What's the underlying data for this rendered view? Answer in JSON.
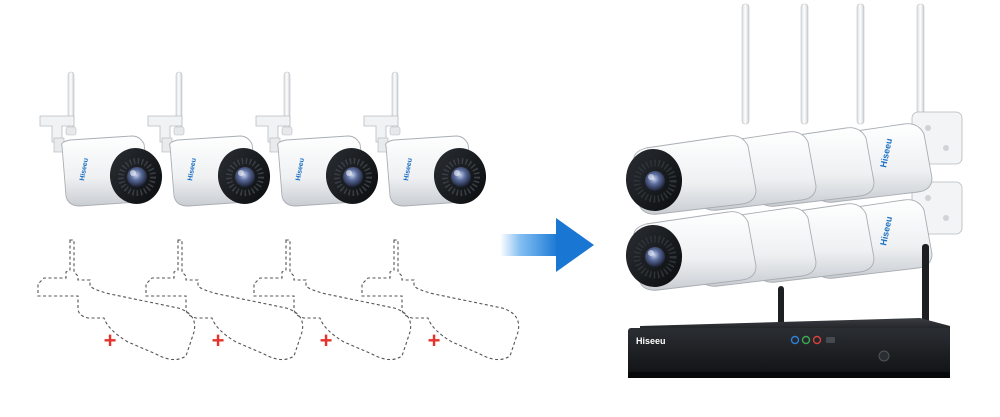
{
  "brand": "Hiseeu",
  "nvr_brand": "Hiseeu",
  "colors": {
    "background": "#ffffff",
    "arrow": "#1e88e5",
    "plus": "#e5322d",
    "camera_body": "#f4f5f7",
    "camera_face": "#111417",
    "nvr_body": "#1b1d20",
    "outline": "#555555"
  },
  "left_cameras": [
    {
      "label": "Hiseeu"
    },
    {
      "label": "Hiseeu"
    },
    {
      "label": "Hiseeu"
    },
    {
      "label": "Hiseeu"
    }
  ],
  "placeholder_slots": [
    {
      "symbol": "+"
    },
    {
      "symbol": "+"
    },
    {
      "symbol": "+"
    },
    {
      "symbol": "+"
    }
  ],
  "bundle_camera_count": 8,
  "arrow_icon": "right-arrow-icon"
}
